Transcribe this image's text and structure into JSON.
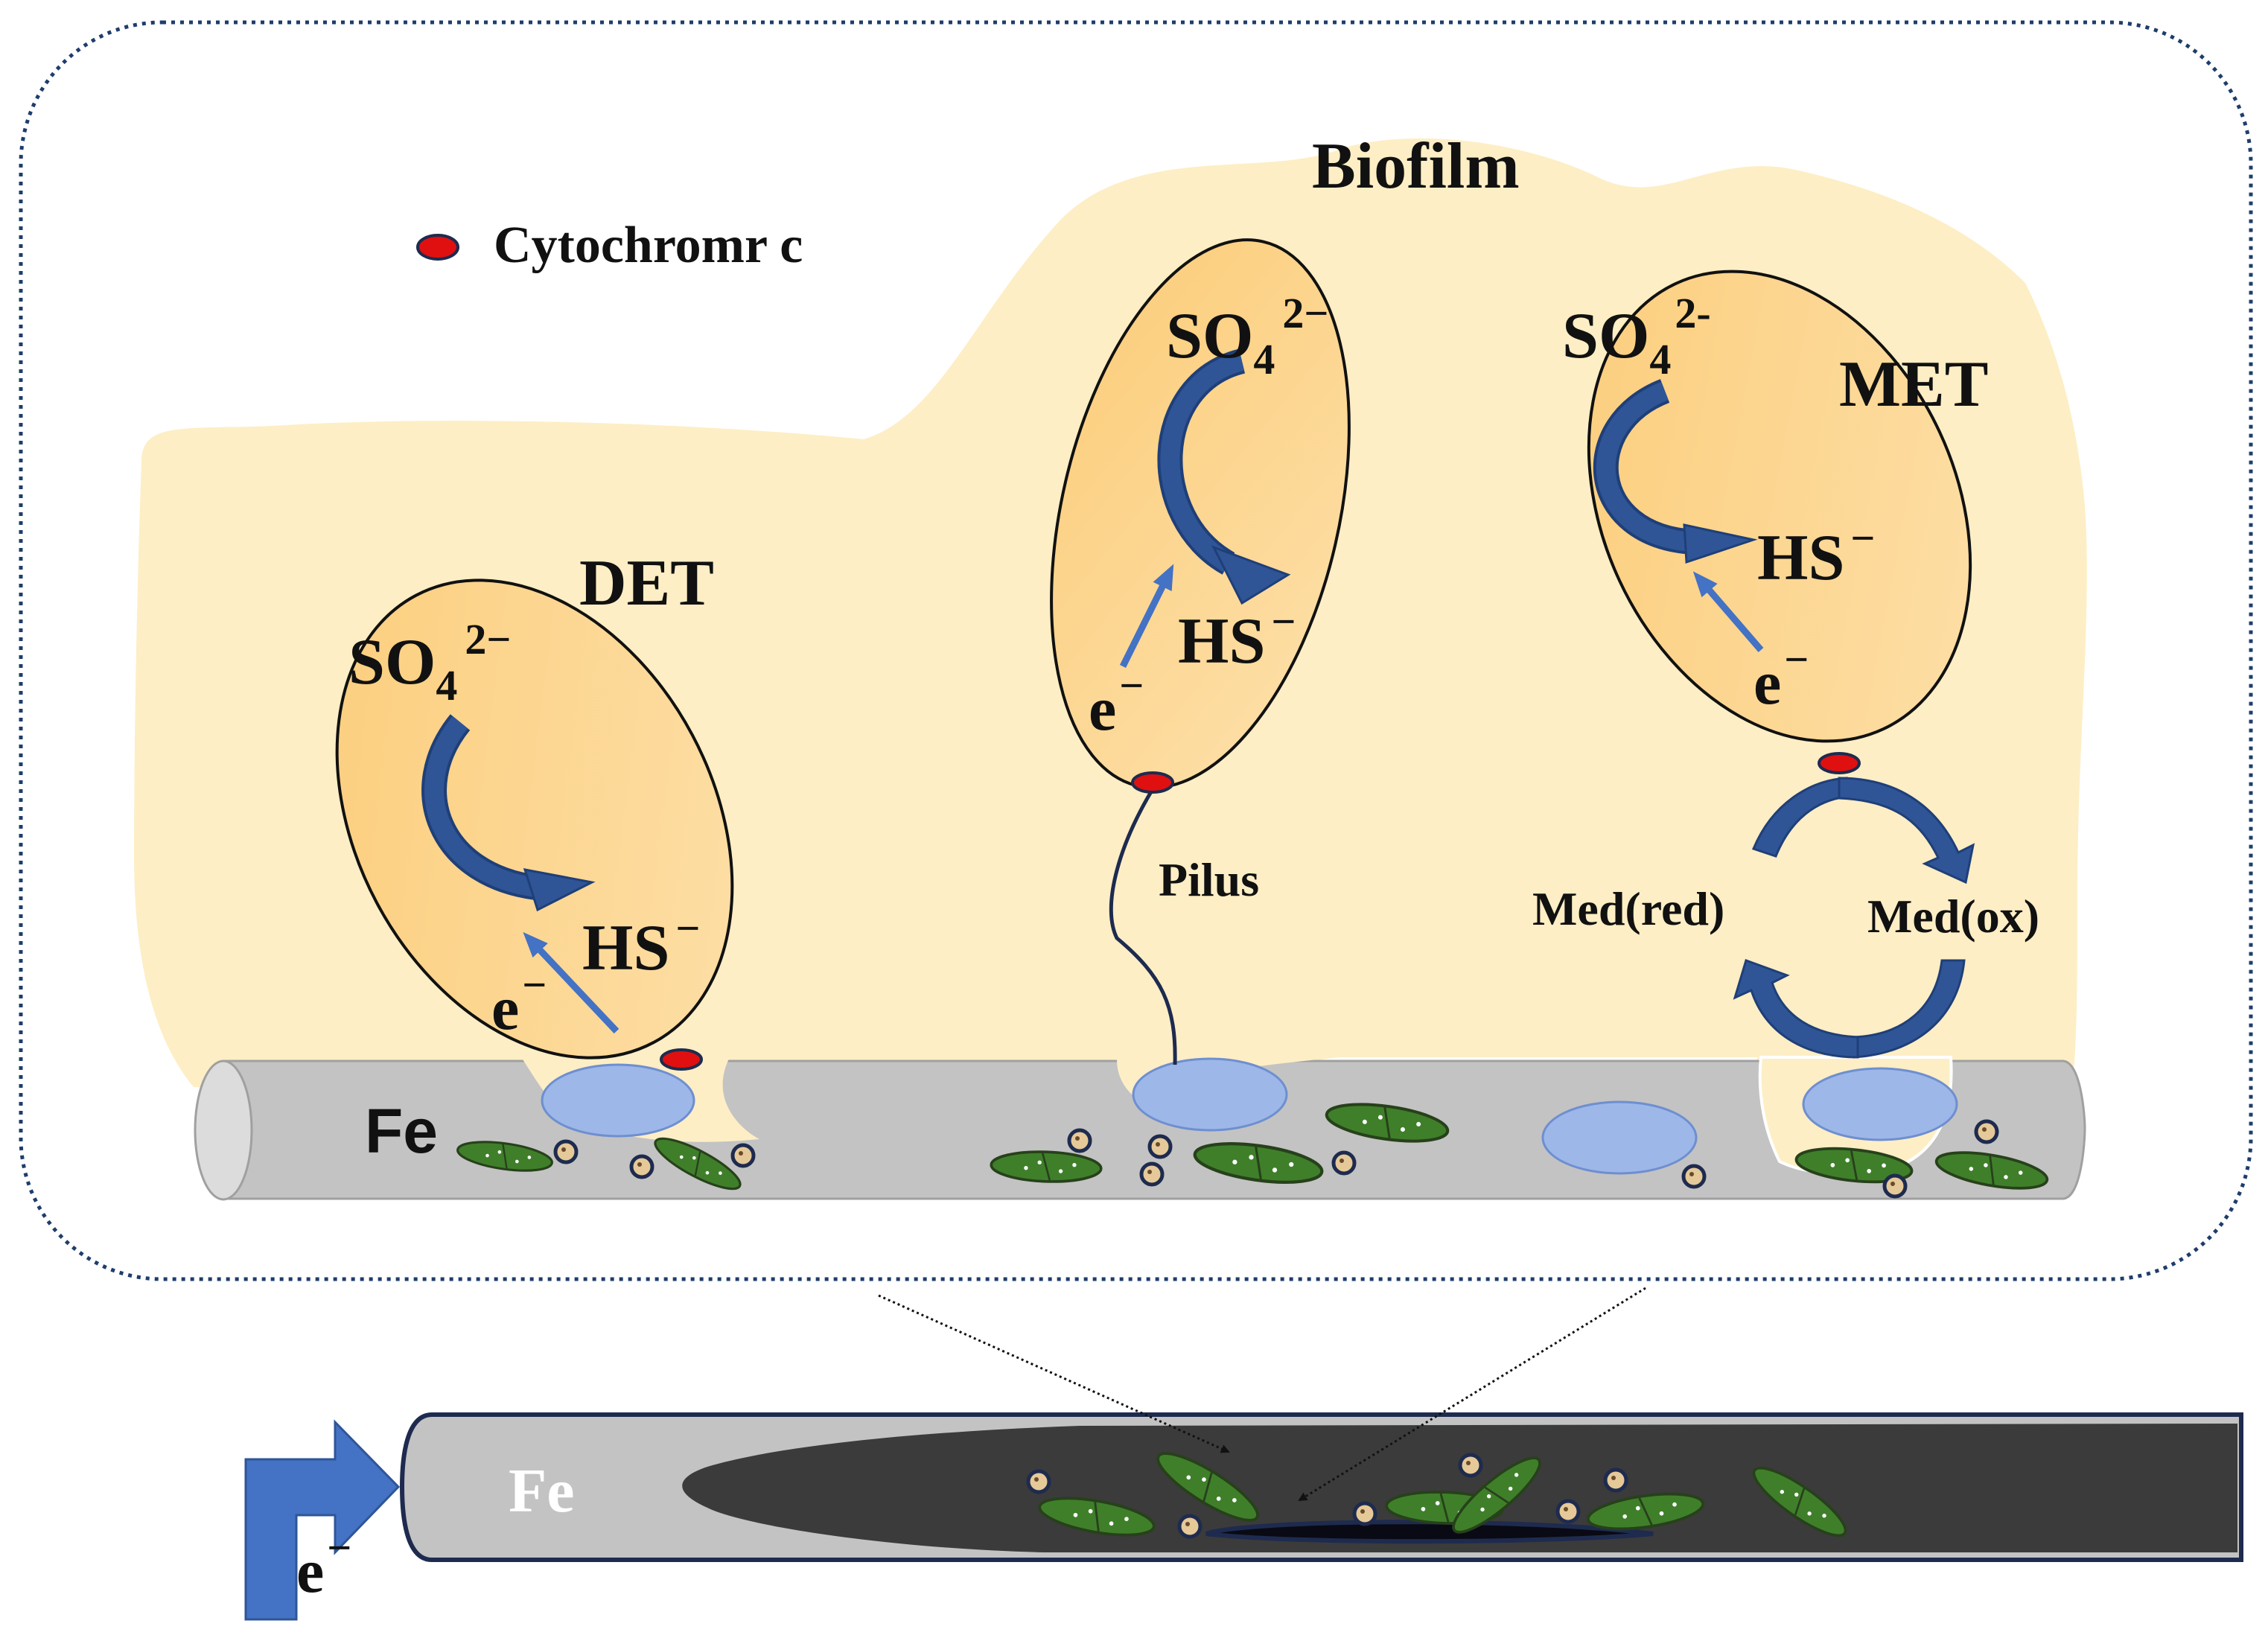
{
  "labels": {
    "biofilm": "Biofilm",
    "legend_cytochrome": "Cytochromr c",
    "det": "DET",
    "met": "MET",
    "pilus": "Pilus",
    "med_red": "Med(red)",
    "med_ox": "Med(ox)",
    "fe_top": "Fe",
    "fe_bottom": "Fe",
    "so4": "SO",
    "so4_sub": "4",
    "so4_sup": "2−",
    "so4_sup_met": "2-",
    "hs": "HS",
    "hs_sup": "−",
    "e": "e",
    "e_sup": "−"
  },
  "colors": {
    "biofilm": "#fdeec5",
    "cell_fill": "#fdd494",
    "arrow_blue": "#2f5597",
    "electron_arrow": "#4472c4",
    "cytochrome": "#e01010",
    "fe_gray": "#c3c3c3",
    "pit_dark": "#3b3b3b",
    "bacteria_green": "#3f7f2a",
    "contact_blue": "#9db7e8"
  }
}
